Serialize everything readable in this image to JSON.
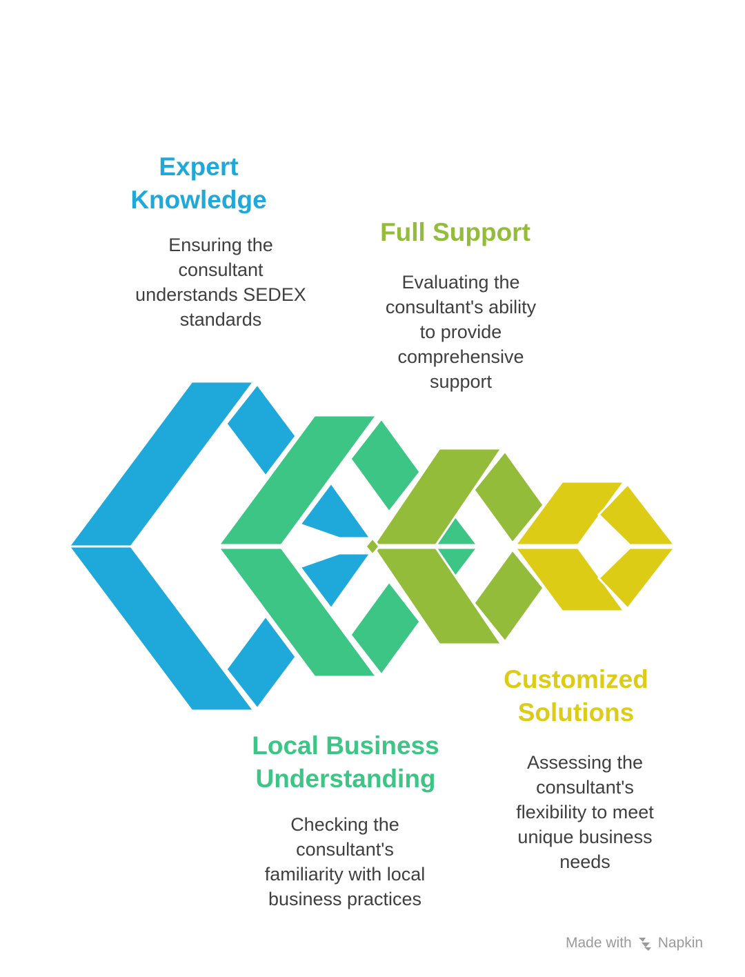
{
  "sections": [
    {
      "id": "expert",
      "title": "Expert\nKnowledge",
      "description": "Ensuring the\nconsultant\nunderstands SEDEX\nstandards",
      "color": "#1FA8DA"
    },
    {
      "id": "full-support",
      "title": "Full Support",
      "description": "Evaluating the\nconsultant's ability\nto provide\ncomprehensive\nsupport",
      "color": "#93BC3A"
    },
    {
      "id": "local",
      "title": "Local Business\nUnderstanding",
      "description": "Checking the\nconsultant's\nfamiliarity with local\nbusiness practices",
      "color": "#3DC585"
    },
    {
      "id": "customized",
      "title": "Customized\nSolutions",
      "description": "Assessing the\nconsultant's\nflexibility to meet\nunique business\nneeds",
      "color": "#DDCC16"
    }
  ],
  "diagram_colors": {
    "blue": "#1FA8DA",
    "green": "#3DC585",
    "olive": "#93BC3A",
    "yellow": "#DDCC16"
  },
  "credit": {
    "made_with": "Made with",
    "brand": "Napkin",
    "logo_icon": "napkin-logo-icon"
  }
}
